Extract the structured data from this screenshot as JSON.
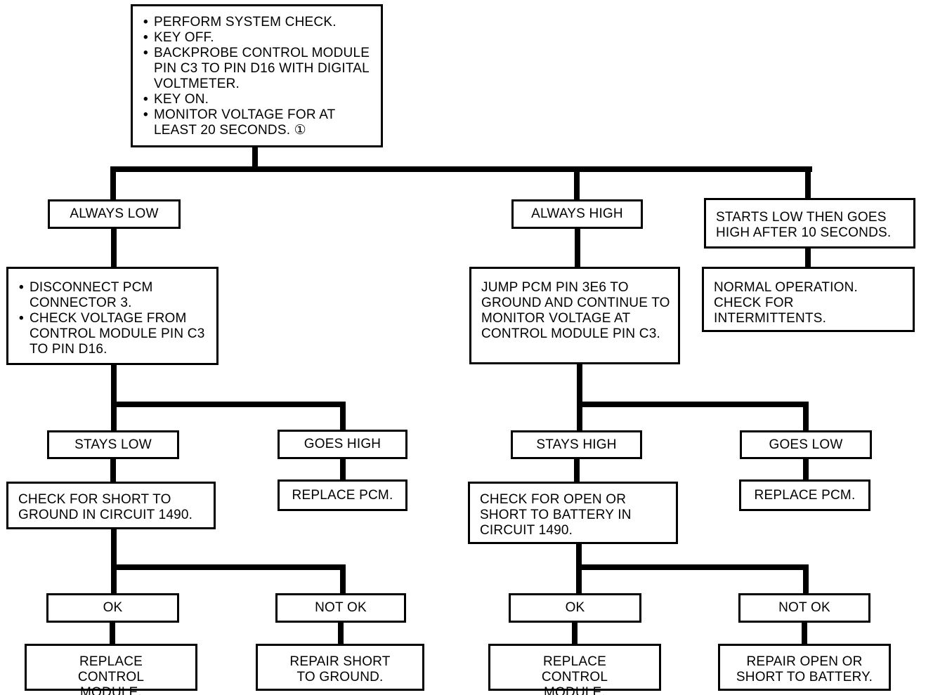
{
  "root": {
    "steps": [
      "PERFORM SYSTEM CHECK.",
      "KEY OFF.",
      "BACKPROBE CONTROL MODULE PIN C3 TO PIN D16 WITH DIGITAL VOLTMETER.",
      "KEY ON.",
      "MONITOR VOLTAGE FOR AT LEAST 20 SECONDS. ①"
    ]
  },
  "branch_low": {
    "label": "ALWAYS LOW",
    "action": [
      "DISCONNECT PCM CONNECTOR 3.",
      "CHECK VOLTAGE FROM CONTROL MODULE PIN C3 TO PIN D16."
    ],
    "stays": {
      "label": "STAYS LOW",
      "action": "CHECK FOR SHORT TO GROUND IN CIRCUIT 1490.",
      "ok": {
        "label": "OK",
        "result": "REPLACE CONTROL MODULE."
      },
      "not_ok": {
        "label": "NOT OK",
        "result": "REPAIR SHORT TO GROUND."
      }
    },
    "changes": {
      "label": "GOES HIGH",
      "result": "REPLACE PCM."
    }
  },
  "branch_high": {
    "label": "ALWAYS HIGH",
    "action": "JUMP PCM PIN 3E6 TO GROUND AND CONTINUE TO MONITOR VOLTAGE AT CONTROL MODULE PIN C3.",
    "stays": {
      "label": "STAYS HIGH",
      "action": "CHECK FOR OPEN OR SHORT TO BATTERY IN CIRCUIT 1490.",
      "ok": {
        "label": "OK",
        "result": "REPLACE CONTROL MODULE."
      },
      "not_ok": {
        "label": "NOT OK",
        "result": "REPAIR OPEN OR SHORT TO BATTERY."
      }
    },
    "changes": {
      "label": "GOES LOW",
      "result": "REPLACE PCM."
    }
  },
  "branch_normal": {
    "label": "STARTS LOW THEN GOES HIGH AFTER 10 SECONDS.",
    "result": "NORMAL OPERATION. CHECK FOR INTERMITTENTS."
  }
}
